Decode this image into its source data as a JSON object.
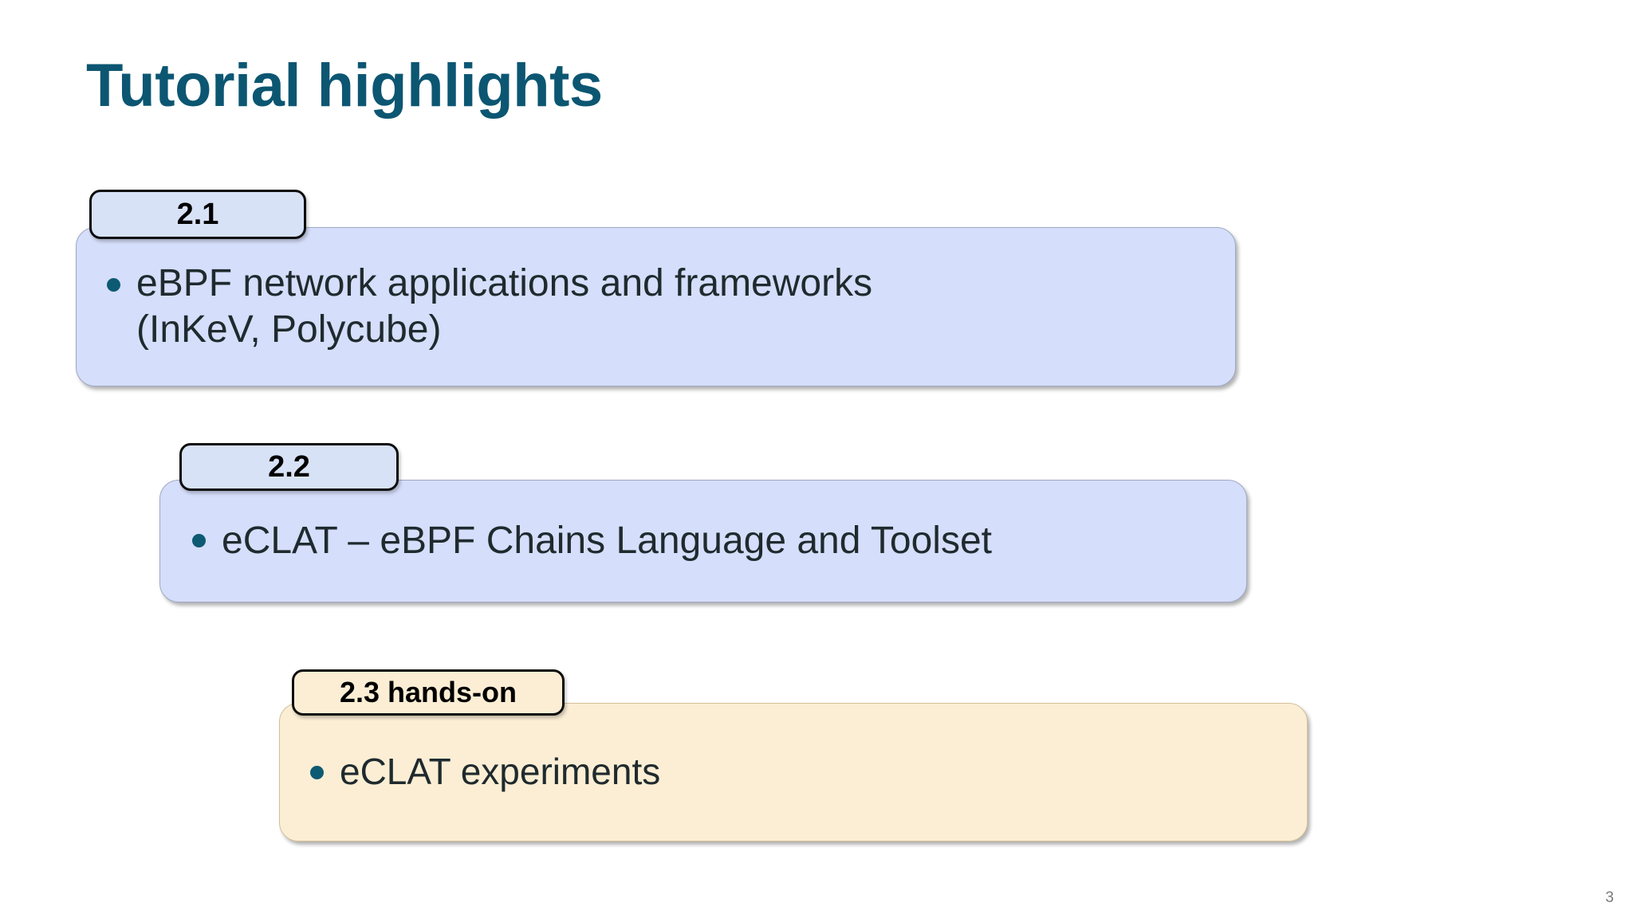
{
  "slide": {
    "title": "Tutorial highlights",
    "page_number": "3",
    "background_color": "#ffffff",
    "title_color": "#0c5672"
  },
  "colors": {
    "blue_fill": "#d5defa",
    "blue_tab_fill": "#d8e2f7",
    "cream_fill": "#fbeed4",
    "bullet_dot": "#0d5a73",
    "body_text": "#1f2a2e",
    "tab_border": "#0d0d0d"
  },
  "callouts": [
    {
      "tab_label": "2.1",
      "bullet": "eBPF network applications and frameworks\n(InKeV, Polycube)",
      "theme": "blue"
    },
    {
      "tab_label": "2.2",
      "bullet": "eCLAT – eBPF Chains Language and Toolset",
      "theme": "blue"
    },
    {
      "tab_label": "2.3 hands-on",
      "bullet": "eCLAT experiments",
      "theme": "cream"
    }
  ]
}
